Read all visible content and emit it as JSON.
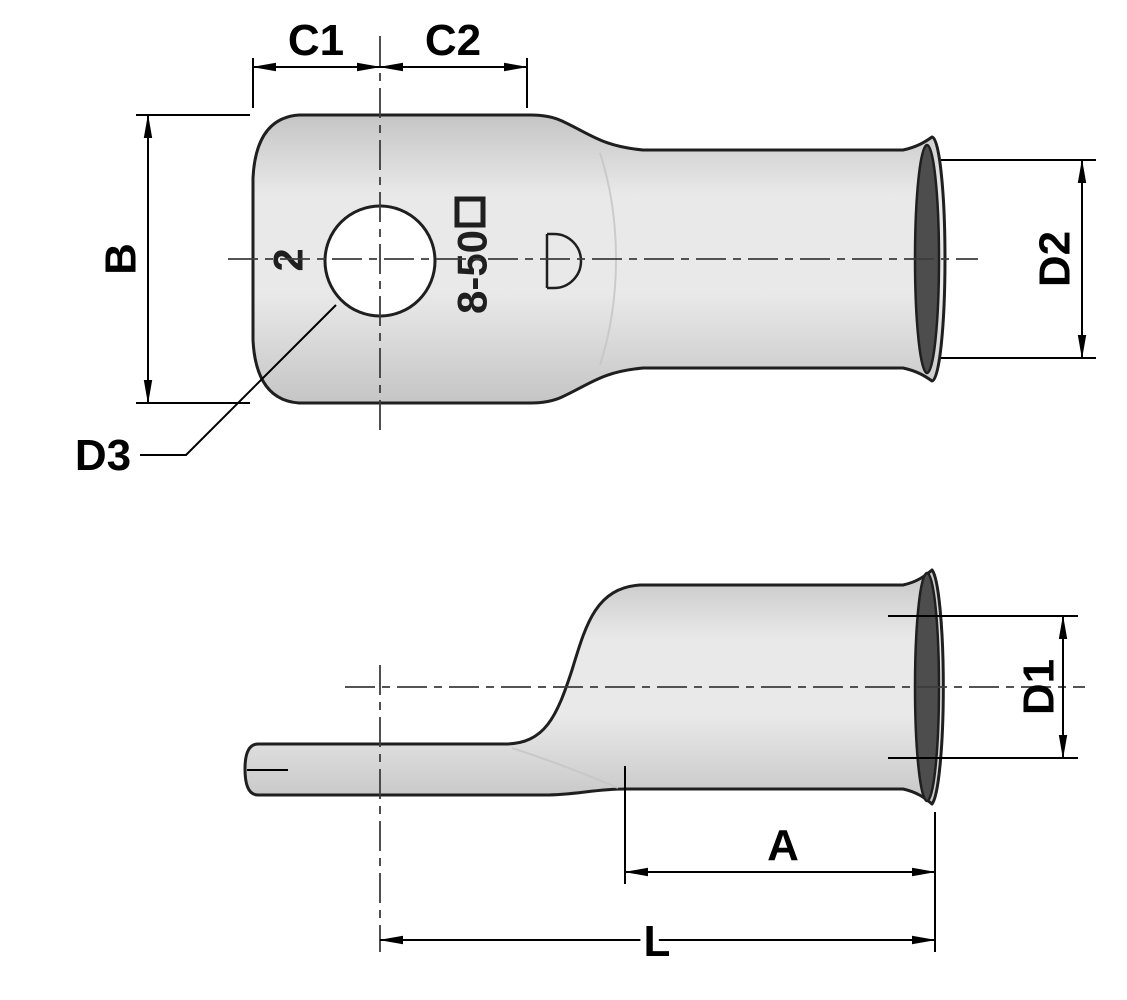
{
  "colors": {
    "outline": "#1f1f1f",
    "dimension": "#000000",
    "centerline": "#3c3c3c",
    "body_light": "#e9e9e9",
    "body_dark": "#c5c5c5",
    "rim_dark": "#4d4d4d",
    "hole_fill": "#ffffff"
  },
  "top_view": {
    "dim_c1": "C1",
    "dim_c2": "C2",
    "dim_b": "B",
    "dim_d2": "D2",
    "dim_d3": "D3",
    "marking_size": "8-50",
    "marking_number": "2",
    "marking_square_icon": "square-outline"
  },
  "side_view": {
    "dim_d1": "D1",
    "dim_a": "A",
    "dim_l": "L"
  }
}
